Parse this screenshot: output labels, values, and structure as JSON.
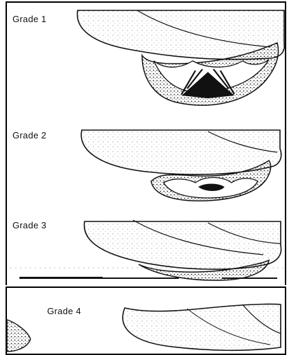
{
  "panels": [
    {
      "label": "Grade 1"
    },
    {
      "label": "Grade 2"
    },
    {
      "label": "Grade 3"
    },
    {
      "label": "Grade 4"
    }
  ],
  "colors": {
    "ink": "#111111",
    "paper": "#ffffff",
    "shade": "#555555"
  }
}
